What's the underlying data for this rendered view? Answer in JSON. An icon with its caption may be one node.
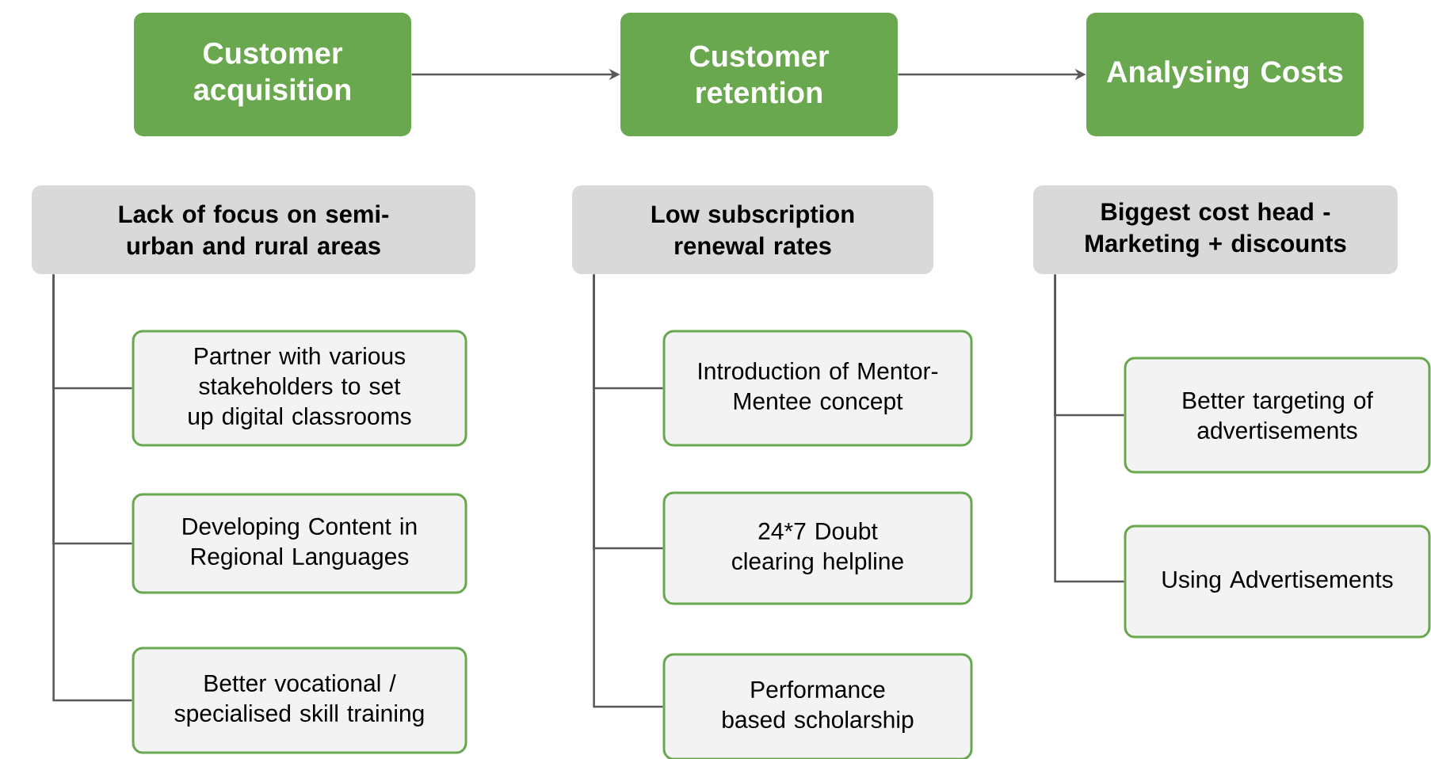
{
  "diagram": {
    "nodes": [
      {
        "text": [
          "Customer acquisition"
        ]
      },
      {
        "text": [
          "Customer retention"
        ]
      },
      {
        "text": [
          "Analysing Costs"
        ]
      },
      {
        "text": [
          "Lack of focus on semi-urban and rural areas"
        ]
      },
      {
        "text": [
          "Partner with various stakeholders to set up digital classrooms"
        ]
      },
      {
        "text": [
          "Developing Content in Regional Languages"
        ]
      },
      {
        "text": [
          "Better vocational / specialised skill training"
        ]
      },
      {
        "text": [
          "Low subscription renewal rates"
        ]
      },
      {
        "text": [
          "Introduction of Mentor-Mentee concept"
        ]
      },
      {
        "text": [
          "24*7 Doubt clearing helpline"
        ]
      },
      {
        "text": [
          "Performance based scholarship"
        ]
      },
      {
        "text": [
          "Biggest cost head - Marketing + discounts"
        ]
      },
      {
        "text": [
          "Better targeting of advertisements"
        ]
      },
      {
        "text": [
          "Using Advertisements"
        ]
      }
    ],
    "edges": [
      {
        "from": 0,
        "to": 1,
        "arrow": "to"
      },
      {
        "from": 1,
        "to": 2,
        "arrow": "to"
      },
      {
        "from": 3,
        "to": 4,
        "arrow": "none"
      },
      {
        "from": 3,
        "to": 5,
        "arrow": "none"
      },
      {
        "from": 3,
        "to": 6,
        "arrow": "none"
      },
      {
        "from": 7,
        "to": 8,
        "arrow": "none"
      },
      {
        "from": 7,
        "to": 9,
        "arrow": "none"
      },
      {
        "from": 7,
        "to": 10,
        "arrow": "none"
      },
      {
        "from": 11,
        "to": 12,
        "arrow": "none"
      },
      {
        "from": 11,
        "to": 13,
        "arrow": "none"
      }
    ]
  }
}
